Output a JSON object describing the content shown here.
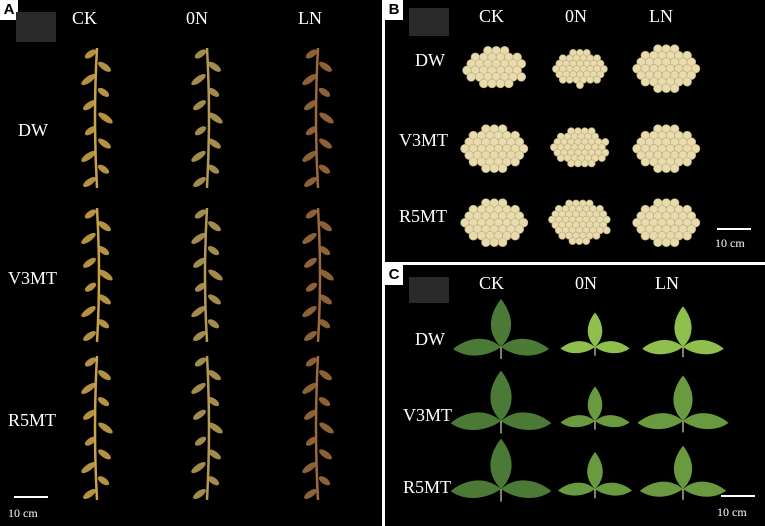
{
  "panels": {
    "A": {
      "label": "A",
      "columns": [
        "CK",
        "0N",
        "LN"
      ],
      "rows": [
        "DW",
        "V3MT",
        "R5MT"
      ],
      "scale": "10 cm"
    },
    "B": {
      "label": "B",
      "columns": [
        "CK",
        "0N",
        "LN"
      ],
      "rows": [
        "DW",
        "V3MT",
        "R5MT"
      ],
      "scale": "10 cm"
    },
    "C": {
      "label": "C",
      "columns": [
        "CK",
        "0N",
        "LN"
      ],
      "rows": [
        "DW",
        "V3MT",
        "R5MT"
      ],
      "scale": "10 cm"
    }
  },
  "colors": {
    "background": "#000000",
    "pod_ck": "#c9a24a",
    "pod_0n": "#b59a55",
    "pod_ln": "#9c6a3c",
    "seed": "#e8dcae",
    "leaf_dark": "#4a7a36",
    "leaf_light": "#8fbf4c"
  }
}
